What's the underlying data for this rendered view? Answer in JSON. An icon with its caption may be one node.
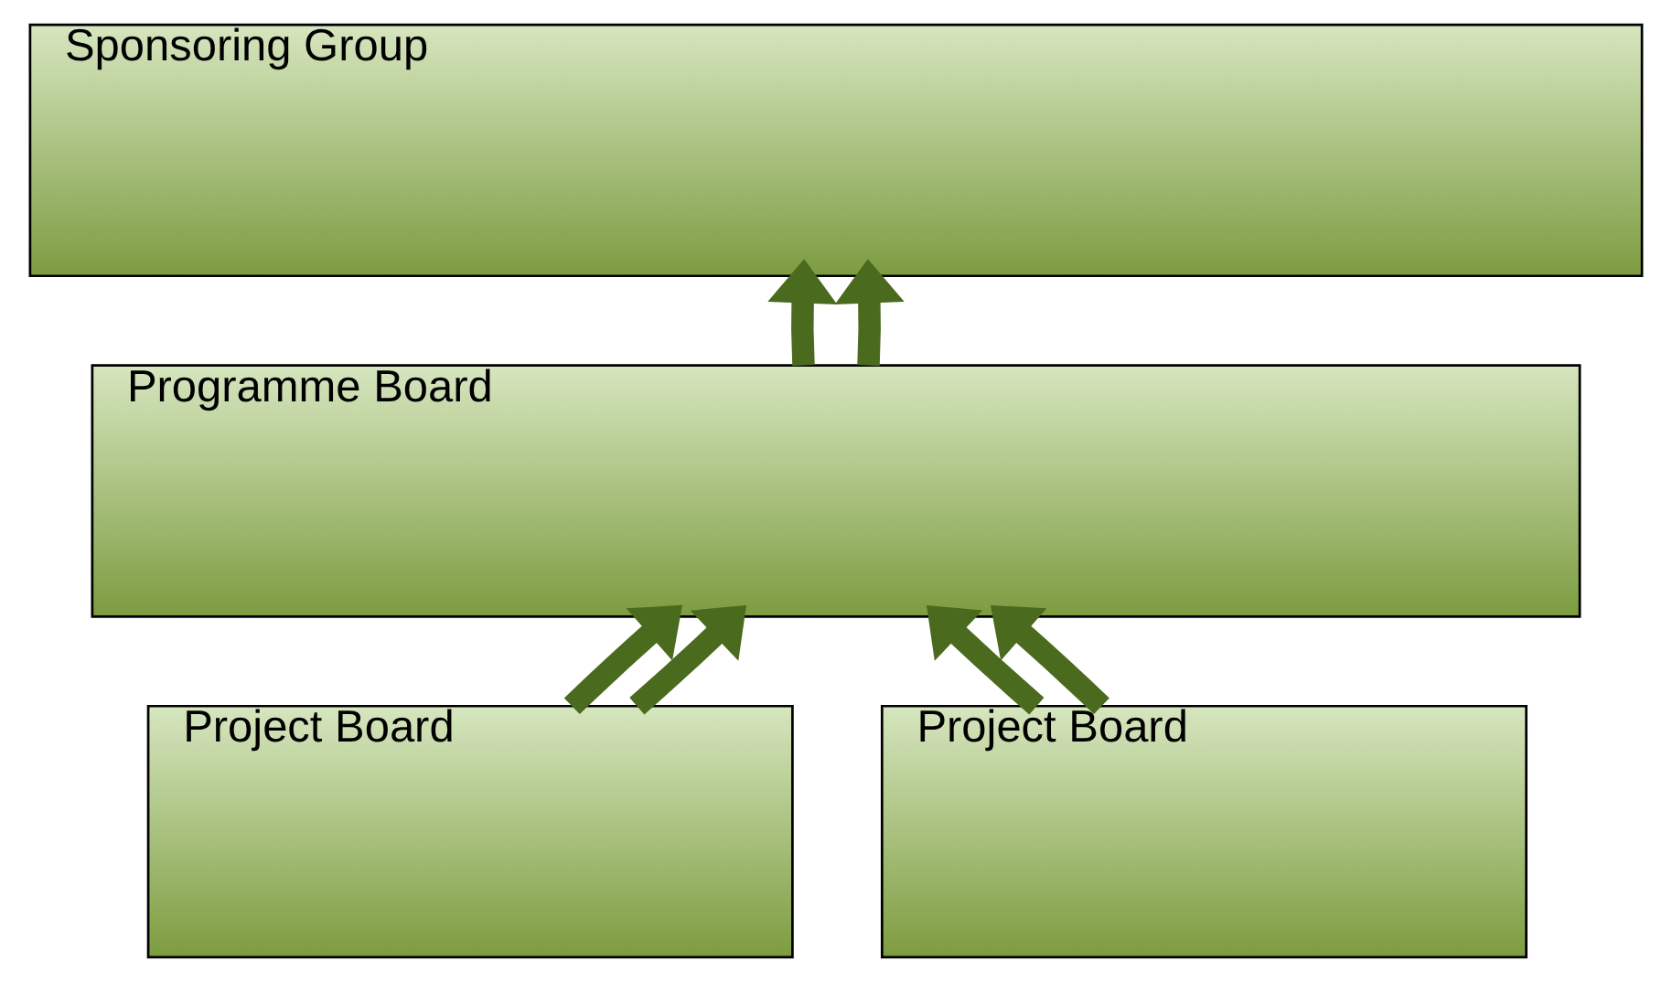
{
  "diagram": {
    "nodes": [
      {
        "text": [
          "Sponsoring Group"
        ]
      },
      {
        "text": [
          "Programme Board"
        ]
      },
      {
        "text": [
          "Project Board"
        ]
      },
      {
        "text": [
          "Project Board"
        ]
      }
    ],
    "edges": [
      {
        "from": 1,
        "to": 0,
        "arrow": "to"
      },
      {
        "from": 1,
        "to": 0,
        "arrow": "to"
      },
      {
        "from": 2,
        "to": 1,
        "arrow": "to"
      },
      {
        "from": 2,
        "to": 1,
        "arrow": "to"
      },
      {
        "from": 3,
        "to": 1,
        "arrow": "to"
      },
      {
        "from": 3,
        "to": 1,
        "arrow": "to"
      }
    ]
  }
}
